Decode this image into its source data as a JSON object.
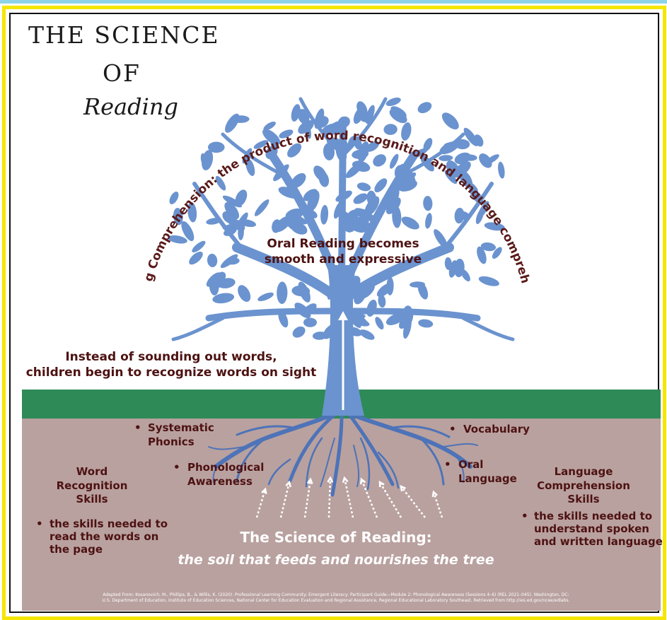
{
  "title": {
    "line1": "THE SCIENCE",
    "line2": "OF",
    "line3": "Reading"
  },
  "canopy_arc_text": "Reading Comprehension: the product of word recognition and language comprehension",
  "oral_reading": {
    "line1": "Oral Reading becomes",
    "line2": "smooth and expressive"
  },
  "sight_words": {
    "line1": "Instead of sounding out words,",
    "line2": "children begin to recognize words on sight"
  },
  "roots_left": {
    "systematic_phonics": [
      "Systematic",
      "Phonics"
    ],
    "phonological_awareness": [
      "Phonological",
      "Awareness"
    ],
    "heading": [
      "Word",
      "Recognition",
      "Skills"
    ],
    "description": [
      "the skills needed to",
      "read the words on",
      "the page"
    ]
  },
  "roots_right": {
    "vocabulary": "Vocabulary",
    "oral_language": [
      "Oral",
      "Language"
    ],
    "heading": [
      "Language",
      "Comprehension",
      "Skills"
    ],
    "description": [
      "the skills needed to",
      "understand spoken",
      "and written language"
    ]
  },
  "soil_title": "The Science of Reading:",
  "soil_subtitle": "the soil that feeds and nourishes the tree",
  "credit": {
    "line1": "Adapted From: Kosanovich, M., Phillips, B., & Willis, K. (2020). Professional Learning Community: Emergent Literacy: Participant Guide—Module 2: Phonological Awareness (Sessions 4–6) (REL 2021–045). Washington, DC:",
    "line2": "U.S. Department of Education, Institute of Education Sciences, National Center for Education Evaluation and Regional Assistance, Regional Educational Laboratory Southeast. Retrieved from http://ies.ed.gov/ncee/edlabs."
  },
  "colors": {
    "frame_outer": "#f5e600",
    "tree": "#6b93cf",
    "grass": "#2e8a57",
    "soil": "#b9a19f",
    "text_maroon": "#5a1a1a",
    "top_strip": "#8fd3e8"
  }
}
